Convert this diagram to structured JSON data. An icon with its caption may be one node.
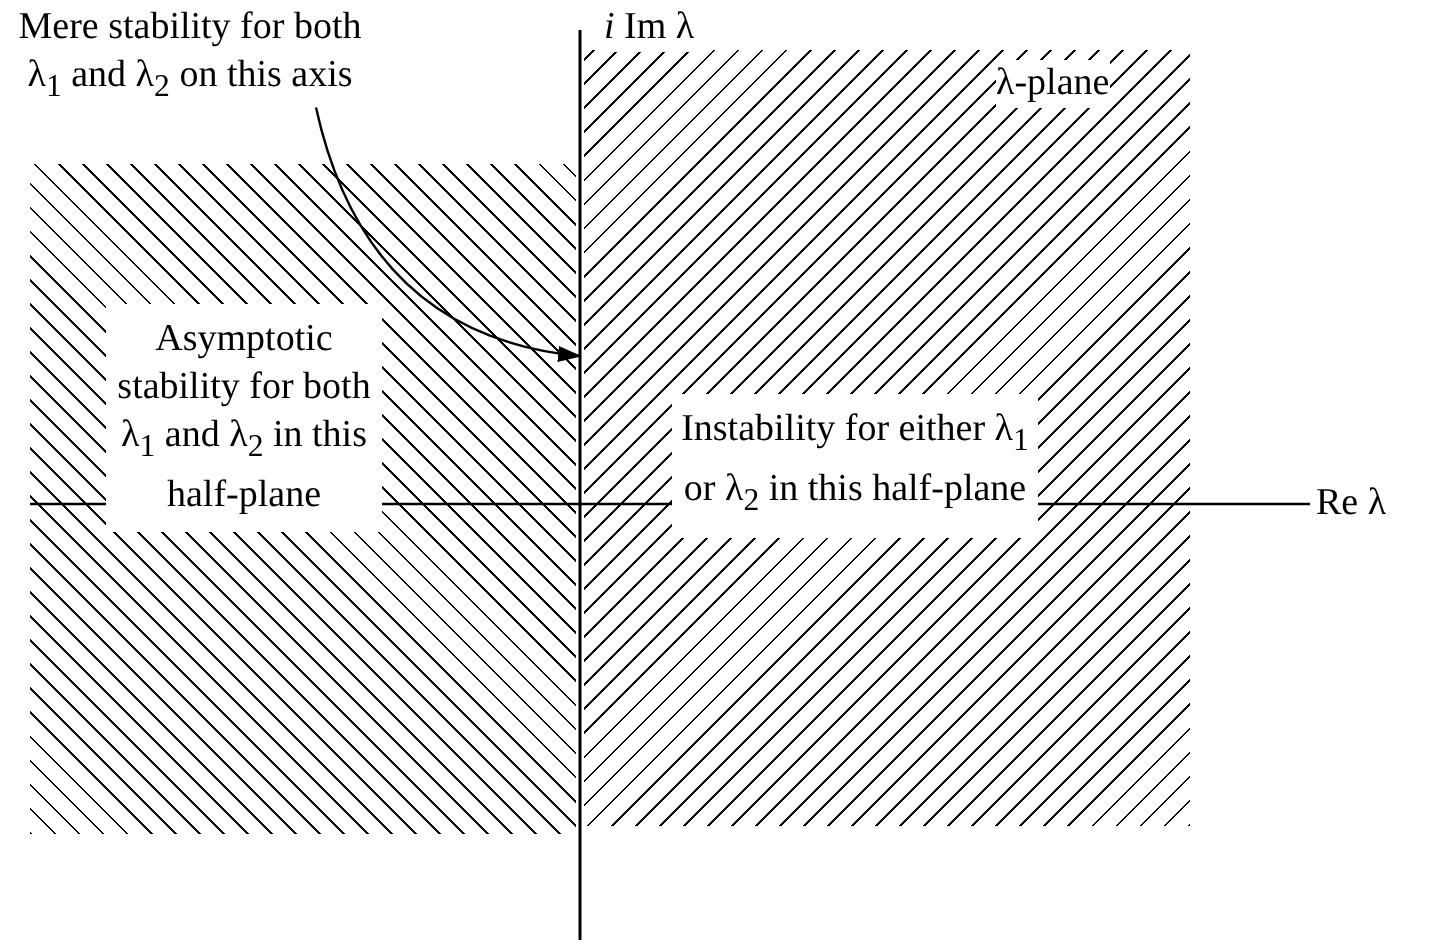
{
  "diagram": {
    "nodes": [
      {
        "text": [
          "Mere stability for both λ$_{1}$ and λ$_{2}$ on this axis"
        ]
      },
      {
        "text": [],
        "shape": "line"
      },
      {
        "text": [
          "Asymptotic stability for both λ$_{1}$ and λ$_{2}$ in this half-plane"
        ]
      },
      {
        "text": [
          "Instability for either λ$_{1}$ or λ$_{2}$ in this half-plane"
        ]
      }
    ],
    "edges": [
      {
        "from": 0,
        "to": 1,
        "arrow": "to"
      }
    ],
    "labels": [
      "*i* Im λ",
      "λ-plane",
      "Re λ"
    ]
  }
}
